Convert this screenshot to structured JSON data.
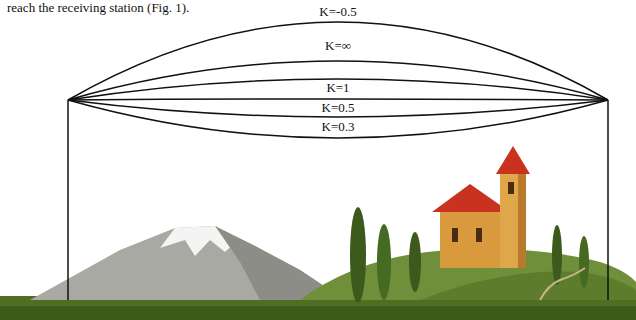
{
  "diagram": {
    "labels": [
      "reach the receiving station (Fig. 1).",
      "K=-0.5",
      "K=∞",
      "K=1",
      "K=0.5",
      "K=0.3"
    ]
  }
}
